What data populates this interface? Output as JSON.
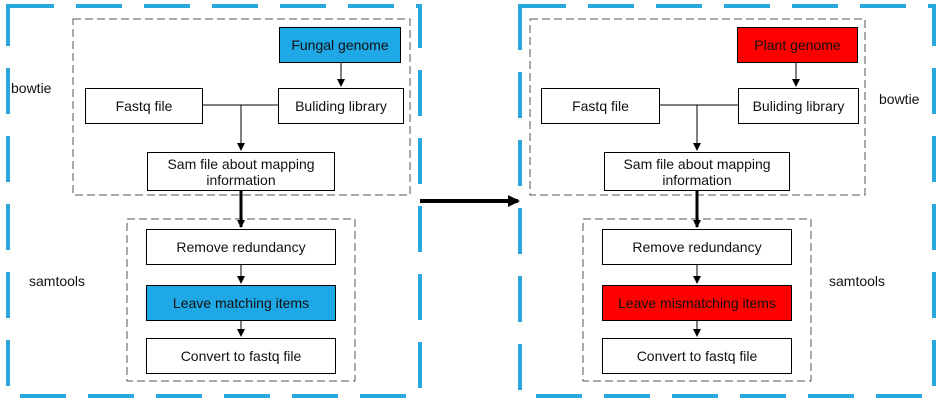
{
  "colors": {
    "panel_border": "#29a8e0",
    "fungal_highlight": "#1ea8e6",
    "plant_highlight": "#ff0000",
    "inner_dash": "#555555",
    "arrow": "#000000"
  },
  "left_panel": {
    "bowtie_label": "bowtie",
    "samtools_label": "samtools",
    "genome": "Fungal genome",
    "fastq": "Fastq file",
    "library": "Buliding library",
    "sam": "Sam file about mapping information",
    "remove": "Remove redundancy",
    "leave": "Leave matching items",
    "convert": "Convert to fastq file"
  },
  "right_panel": {
    "bowtie_label": "bowtie",
    "samtools_label": "samtools",
    "genome": "Plant genome",
    "fastq": "Fastq file",
    "library": "Buliding library",
    "sam": "Sam file about mapping information",
    "remove": "Remove redundancy",
    "leave": "Leave mismatching items",
    "convert": "Convert to fastq file"
  }
}
